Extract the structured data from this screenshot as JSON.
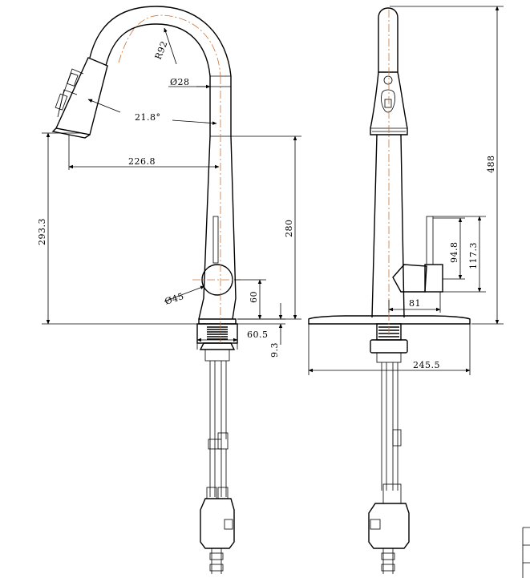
{
  "side_view": {
    "radius": "R92",
    "spout_diameter": "Ø28",
    "spray_angle": "21.8°",
    "reach": "226.8",
    "spray_height": "293.3",
    "body_height": "280",
    "handle_diameter": "Ø45",
    "handle_height": "60",
    "base_diameter": "60.5",
    "base_thickness": "9.3"
  },
  "front_view": {
    "total_height": "488",
    "handle_upper": "117.3",
    "handle_lower": "94.8",
    "handle_offset": "81",
    "deck_plate": "245.5"
  },
  "colors": {
    "line": "#000000",
    "centerline": "#c8743a"
  }
}
